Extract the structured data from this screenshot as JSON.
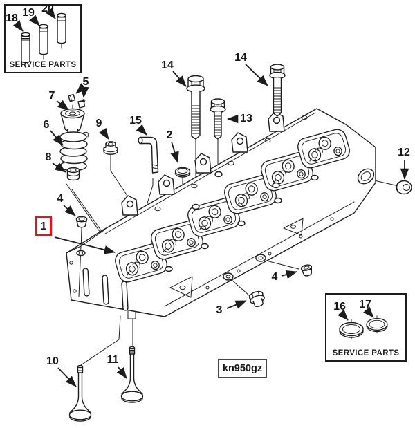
{
  "diagram": {
    "code_label": "kn950gz",
    "background": "#ffffff",
    "line_color": "#1c1c1c",
    "highlight_color": "#ee1111"
  },
  "boxes": {
    "service_parts_top": {
      "title": "SERVICE PARTS",
      "items": [
        "18",
        "19",
        "20"
      ]
    },
    "service_parts_bottom": {
      "title": "SERVICE PARTS",
      "items": [
        "16",
        "17"
      ]
    }
  },
  "callouts": {
    "c1": {
      "label": "1",
      "part": "cylinder-head",
      "highlighted": true
    },
    "c2": {
      "label": "2",
      "part": "sealing-washer"
    },
    "c3": {
      "label": "3",
      "part": "pipe-plug"
    },
    "c4a": {
      "label": "4",
      "part": "cup-plug"
    },
    "c4b": {
      "label": "4",
      "part": "cup-plug"
    },
    "c5": {
      "label": "5",
      "part": "valve-collets"
    },
    "c6": {
      "label": "6",
      "part": "valve-spring"
    },
    "c7": {
      "label": "7",
      "part": "spring-retainer"
    },
    "c8": {
      "label": "8",
      "part": "valve-stem-seal"
    },
    "c9": {
      "label": "9",
      "part": "grommet"
    },
    "c10": {
      "label": "10",
      "part": "valve-long"
    },
    "c11": {
      "label": "11",
      "part": "valve-short"
    },
    "c12": {
      "label": "12",
      "part": "threaded-plug"
    },
    "c13": {
      "label": "13",
      "part": "head-bolt-short"
    },
    "c14a": {
      "label": "14",
      "part": "head-bolt-long"
    },
    "c14b": {
      "label": "14",
      "part": "head-bolt-long"
    },
    "c15": {
      "label": "15",
      "part": "vent-tube"
    },
    "c16": {
      "label": "16",
      "part": "valve-seat-insert"
    },
    "c17": {
      "label": "17",
      "part": "valve-seat-insert"
    },
    "c18": {
      "label": "18",
      "part": "dowel-pin"
    },
    "c19": {
      "label": "19",
      "part": "dowel-pin"
    },
    "c20": {
      "label": "20",
      "part": "dowel-pin"
    }
  }
}
